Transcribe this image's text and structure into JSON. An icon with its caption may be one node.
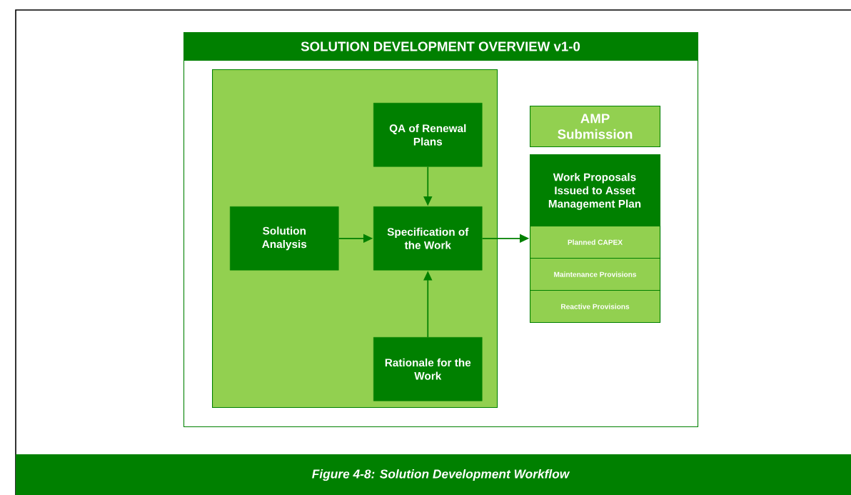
{
  "diagram": {
    "caption": "Figure 4-8: Solution Development Workflow",
    "nodes": [
      {
        "text": [
          "SOLUTION DEVELOPMENT OVERVIEW v1-0"
        ]
      },
      {
        "text": [],
        "shape": "box",
        "in": 0
      },
      {
        "text": [
          "QA of Renewal Plans"
        ],
        "in": 1
      },
      {
        "text": [
          "Solution Analysis"
        ],
        "in": 1
      },
      {
        "text": [
          "Specification of the Work"
        ],
        "in": 1
      },
      {
        "text": [
          "Rationale for the Work"
        ],
        "in": 1
      },
      {
        "text": [
          "AMP Submission"
        ],
        "in": 0
      },
      {
        "text": [
          "Work Proposals Issued to Asset Management Plan"
        ],
        "in": 0
      },
      {
        "text": [
          "Planned CAPEX"
        ],
        "in": 7
      },
      {
        "text": [
          "Maintenance Provisions"
        ],
        "in": 7
      },
      {
        "text": [
          "Reactive Provisions"
        ],
        "in": 7
      }
    ],
    "edges": [
      {
        "from": 2,
        "to": 4,
        "arrow": "to"
      },
      {
        "from": 3,
        "to": 4,
        "arrow": "to"
      },
      {
        "from": 5,
        "to": 4,
        "arrow": "to"
      },
      {
        "from": 4,
        "to": 8,
        "arrow": "to"
      }
    ]
  }
}
